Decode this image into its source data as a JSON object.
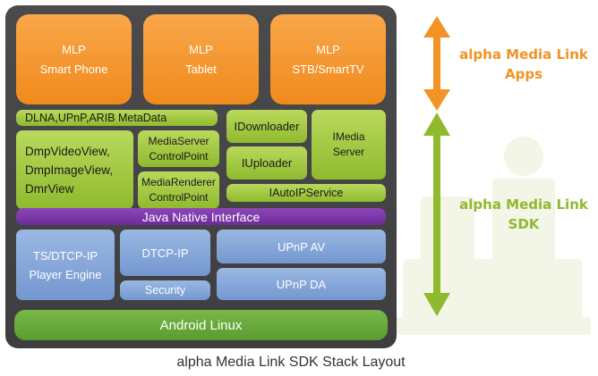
{
  "apps_tier": {
    "boxes": [
      {
        "line1": "MLP",
        "line2": "Smart Phone"
      },
      {
        "line1": "MLP",
        "line2": "Tablet"
      },
      {
        "line1": "MLP",
        "line2": "STB/SmartTV"
      }
    ]
  },
  "sdk_tier": {
    "dlna_bar": "DLNA,UPnP,ARIB MetaData",
    "views": [
      "DmpVideoView,",
      "DmpImageView,",
      "DmrView"
    ],
    "media_server_cp": [
      "MediaServer",
      "ControlPoint"
    ],
    "media_renderer_cp": [
      "MediaRenderer",
      "ControlPoint"
    ],
    "idownloader": "IDownloader",
    "iuploader": "IUploader",
    "imedia_server": [
      "IMedia",
      "Server"
    ],
    "iautoip": "IAutoIPService"
  },
  "jni": "Java Native Interface",
  "native_tier": {
    "player_engine": [
      "TS/DTCP-IP",
      "Player Engine"
    ],
    "dtcp_ip": "DTCP-IP",
    "security": "Security",
    "upnp_av": "UPnP AV",
    "upnp_da": "UPnP DA"
  },
  "android": "Android Linux",
  "caption": "alpha Media Link SDK Stack Layout",
  "side_labels": {
    "apps": [
      "alpha Media Link",
      "Apps"
    ],
    "sdk": [
      "alpha Media Link",
      "SDK"
    ]
  },
  "colors": {
    "orange": "#f29325",
    "green": "#8fba2e",
    "blue": "#7a9cd3",
    "purple": "#7b34a6",
    "android_green": "#62a336",
    "stack_bg": "#454547"
  }
}
